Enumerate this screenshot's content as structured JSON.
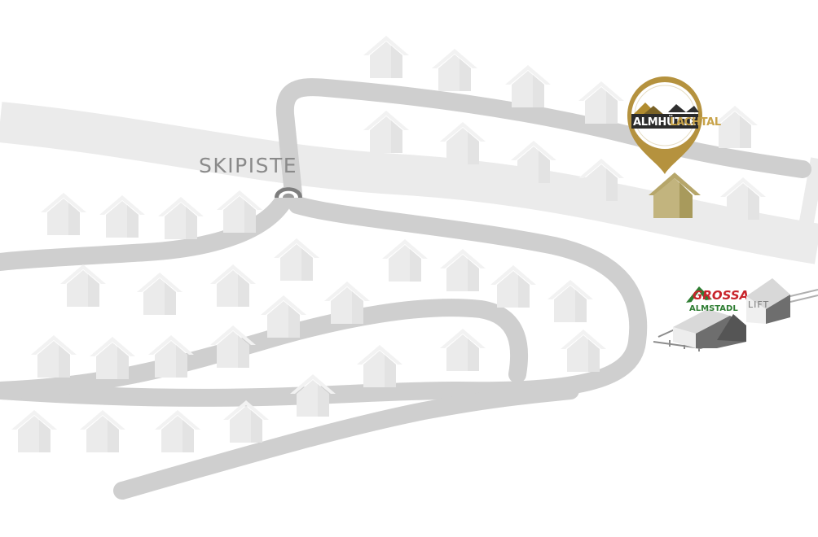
{
  "map": {
    "ski_slope_label": "SKIPISTE",
    "lift_label": "LIFT",
    "marker_logo": {
      "line1": "ALMHÜTTE",
      "line2": "LACHTAL"
    },
    "restaurant_logo": {
      "line1": "GROSSA",
      "line2": "ALMSTADL"
    },
    "colors": {
      "slope": "#e9e9e9",
      "road": "#cccccc",
      "house": "#eeeeee",
      "highlight_gold": "#a89a5c",
      "marker_border": "#b08d39",
      "marker_fill": "#ffffff",
      "restaurant_roof": "#6b6b6b",
      "restaurant_red": "#c8242b",
      "restaurant_green": "#2e7d32"
    },
    "icons": [
      "house-icon",
      "location-pin-icon",
      "tunnel-icon",
      "restaurant-building-icon",
      "lift-station-icon"
    ]
  }
}
